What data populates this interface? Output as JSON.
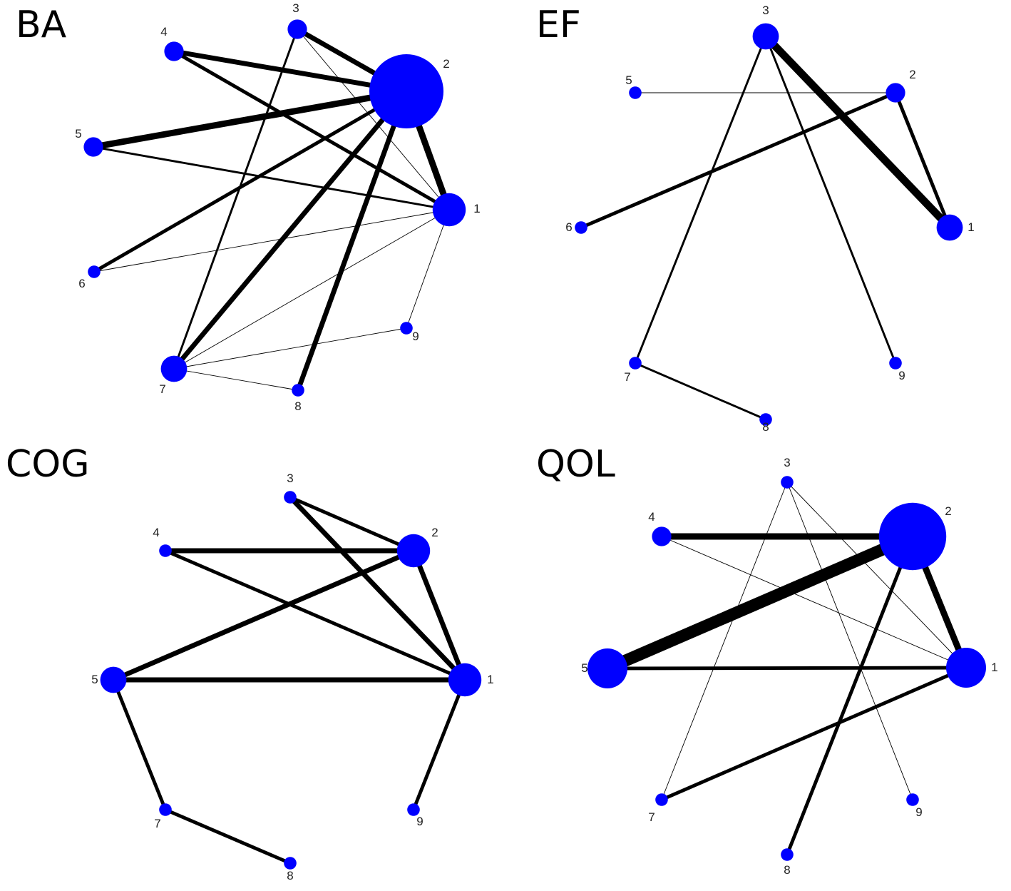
{
  "colors": {
    "node": "#0000ff",
    "edge": "#000000",
    "background": "#ffffff"
  },
  "panels": [
    {
      "title": "BA",
      "nodes": [
        {
          "id": "1",
          "label": "1",
          "size": 4
        },
        {
          "id": "2",
          "label": "2",
          "size": 10
        },
        {
          "id": "3",
          "label": "3",
          "size": 2
        },
        {
          "id": "4",
          "label": "4",
          "size": 2
        },
        {
          "id": "5",
          "label": "5",
          "size": 2
        },
        {
          "id": "6",
          "label": "6",
          "size": 1
        },
        {
          "id": "7",
          "label": "7",
          "size": 3
        },
        {
          "id": "8",
          "label": "8",
          "size": 1
        },
        {
          "id": "9",
          "label": "9",
          "size": 1
        }
      ],
      "edges": [
        {
          "source": "3",
          "target": "2",
          "weight": 4
        },
        {
          "source": "4",
          "target": "2",
          "weight": 4
        },
        {
          "source": "5",
          "target": "2",
          "weight": 5
        },
        {
          "source": "2",
          "target": "1",
          "weight": 5
        },
        {
          "source": "4",
          "target": "1",
          "weight": 3
        },
        {
          "source": "5",
          "target": "1",
          "weight": 2
        },
        {
          "source": "6",
          "target": "2",
          "weight": 3
        },
        {
          "source": "7",
          "target": "2",
          "weight": 4
        },
        {
          "source": "8",
          "target": "2",
          "weight": 4
        },
        {
          "source": "7",
          "target": "3",
          "weight": 2
        },
        {
          "source": "3",
          "target": "1",
          "weight": 1
        },
        {
          "source": "6",
          "target": "1",
          "weight": 1
        },
        {
          "source": "7",
          "target": "1",
          "weight": 1
        },
        {
          "source": "7",
          "target": "9",
          "weight": 1
        },
        {
          "source": "7",
          "target": "8",
          "weight": 1
        },
        {
          "source": "9",
          "target": "1",
          "weight": 1
        }
      ]
    },
    {
      "title": "EF",
      "nodes": [
        {
          "id": "1",
          "label": "1",
          "size": 3
        },
        {
          "id": "2",
          "label": "2",
          "size": 2
        },
        {
          "id": "3",
          "label": "3",
          "size": 3
        },
        {
          "id": "5",
          "label": "5",
          "size": 1
        },
        {
          "id": "6",
          "label": "6",
          "size": 1
        },
        {
          "id": "7",
          "label": "7",
          "size": 1
        },
        {
          "id": "8",
          "label": "8",
          "size": 1
        },
        {
          "id": "9",
          "label": "9",
          "size": 1
        }
      ],
      "edges": [
        {
          "source": "3",
          "target": "1",
          "weight": 6
        },
        {
          "source": "2",
          "target": "1",
          "weight": 3
        },
        {
          "source": "5",
          "target": "2",
          "weight": 1
        },
        {
          "source": "6",
          "target": "2",
          "weight": 3
        },
        {
          "source": "3",
          "target": "7",
          "weight": 2
        },
        {
          "source": "3",
          "target": "9",
          "weight": 2
        },
        {
          "source": "7",
          "target": "8",
          "weight": 2
        }
      ]
    },
    {
      "title": "COG",
      "nodes": [
        {
          "id": "1",
          "label": "1",
          "size": 4
        },
        {
          "id": "2",
          "label": "2",
          "size": 4
        },
        {
          "id": "3",
          "label": "3",
          "size": 1
        },
        {
          "id": "4",
          "label": "4",
          "size": 1
        },
        {
          "id": "5",
          "label": "5",
          "size": 3
        },
        {
          "id": "7",
          "label": "7",
          "size": 1
        },
        {
          "id": "8",
          "label": "8",
          "size": 1
        },
        {
          "id": "9",
          "label": "9",
          "size": 1
        }
      ],
      "edges": [
        {
          "source": "3",
          "target": "2",
          "weight": 3
        },
        {
          "source": "3",
          "target": "1",
          "weight": 4
        },
        {
          "source": "4",
          "target": "2",
          "weight": 4
        },
        {
          "source": "4",
          "target": "1",
          "weight": 3
        },
        {
          "source": "2",
          "target": "1",
          "weight": 4
        },
        {
          "source": "5",
          "target": "2",
          "weight": 4
        },
        {
          "source": "5",
          "target": "1",
          "weight": 4
        },
        {
          "source": "5",
          "target": "7",
          "weight": 3
        },
        {
          "source": "7",
          "target": "8",
          "weight": 3
        },
        {
          "source": "1",
          "target": "9",
          "weight": 3
        }
      ]
    },
    {
      "title": "QOL",
      "nodes": [
        {
          "id": "1",
          "label": "1",
          "size": 5
        },
        {
          "id": "2",
          "label": "2",
          "size": 9
        },
        {
          "id": "3",
          "label": "3",
          "size": 1
        },
        {
          "id": "4",
          "label": "4",
          "size": 2
        },
        {
          "id": "5",
          "label": "5",
          "size": 5
        },
        {
          "id": "7",
          "label": "7",
          "size": 1
        },
        {
          "id": "8",
          "label": "8",
          "size": 1
        },
        {
          "id": "9",
          "label": "9",
          "size": 1
        }
      ],
      "edges": [
        {
          "source": "4",
          "target": "2",
          "weight": 5
        },
        {
          "source": "5",
          "target": "2",
          "weight": 9
        },
        {
          "source": "5",
          "target": "1",
          "weight": 3
        },
        {
          "source": "2",
          "target": "1",
          "weight": 5
        },
        {
          "source": "8",
          "target": "2",
          "weight": 3
        },
        {
          "source": "7",
          "target": "1",
          "weight": 3
        },
        {
          "source": "4",
          "target": "1",
          "weight": 1
        },
        {
          "source": "3",
          "target": "1",
          "weight": 1
        },
        {
          "source": "3",
          "target": "7",
          "weight": 1
        },
        {
          "source": "3",
          "target": "9",
          "weight": 1
        }
      ]
    }
  ]
}
